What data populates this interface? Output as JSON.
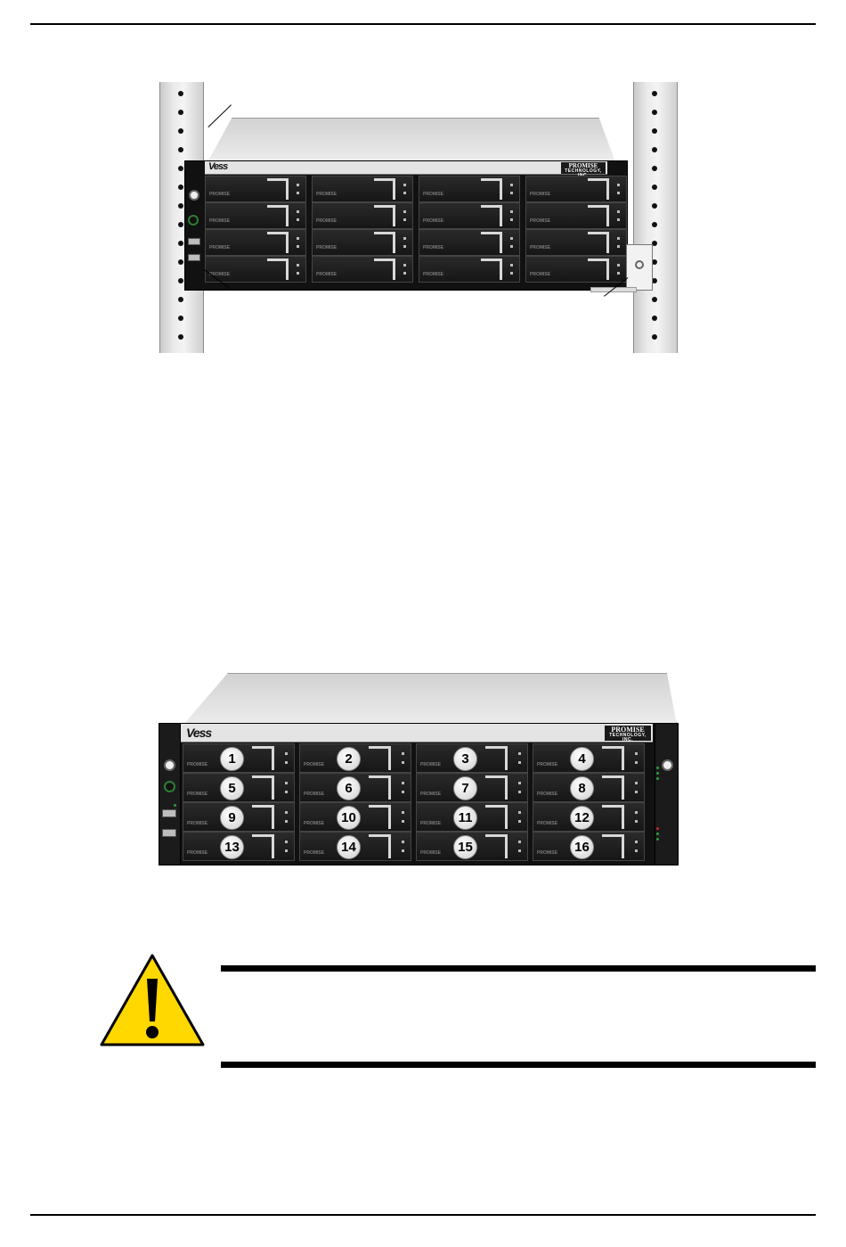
{
  "figure_rack": {
    "chassis": {
      "vess_logo": "Vess",
      "promise_logo": "PROMISE",
      "promise_sub": "TECHNOLOGY, INC.",
      "bay_brand": "PROMISE"
    },
    "bay_rows": 4,
    "bay_cols": 4
  },
  "figure_front": {
    "chassis": {
      "vess_logo": "Vess",
      "promise_logo": "PROMISE",
      "promise_sub": "TECHNOLOGY, INC.",
      "bay_brand": "PROMISE"
    },
    "bay_numbers": [
      "1",
      "2",
      "3",
      "4",
      "5",
      "6",
      "7",
      "8",
      "9",
      "10",
      "11",
      "12",
      "13",
      "14",
      "15",
      "16"
    ]
  },
  "caution": {
    "icon": "warning-triangle-icon",
    "colors": {
      "fill": "#ffd800",
      "stroke": "#000000"
    }
  }
}
